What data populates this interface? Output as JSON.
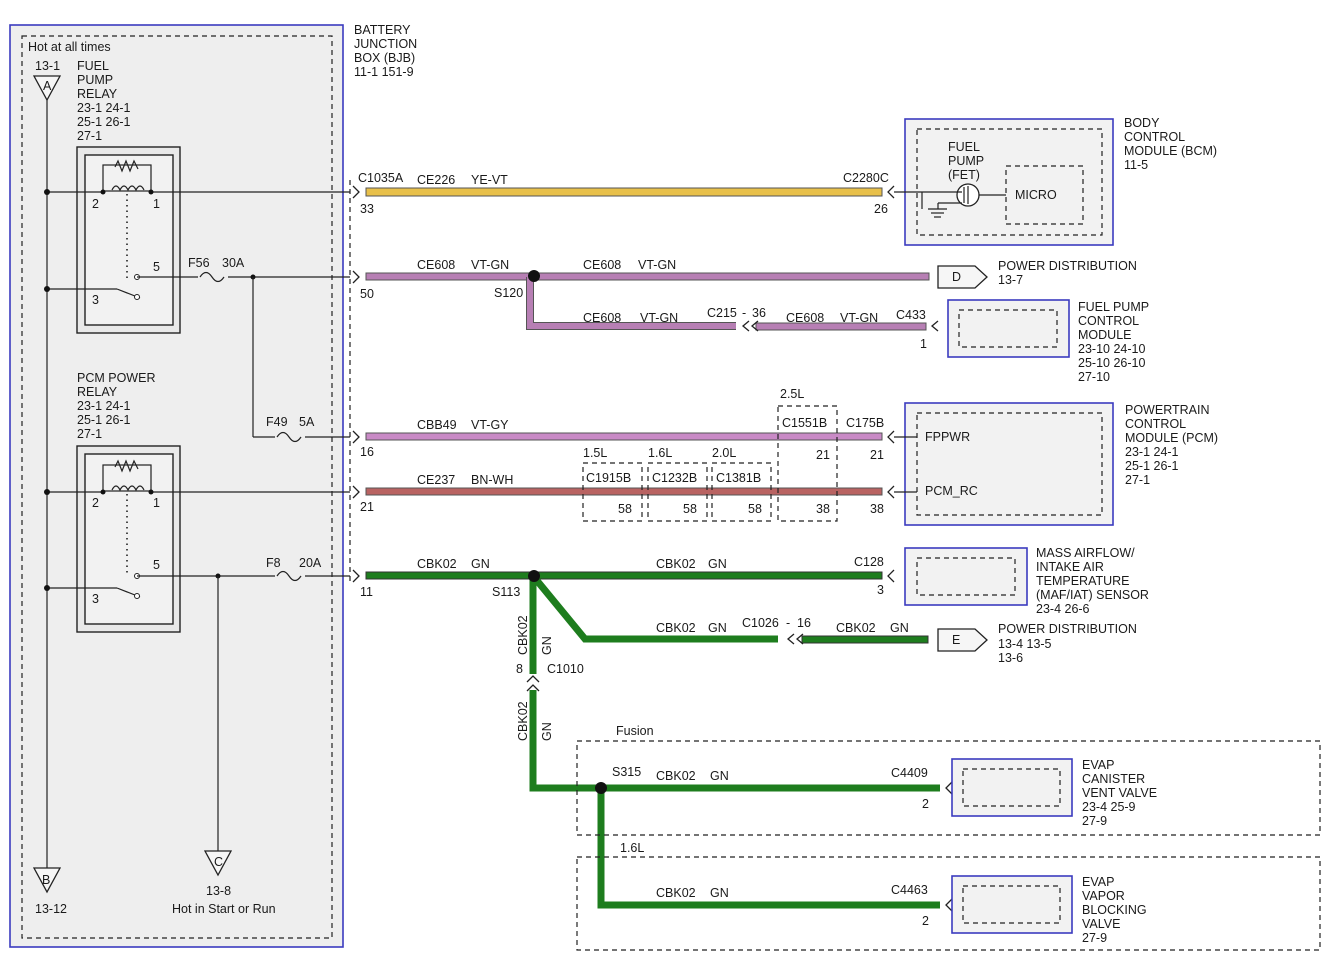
{
  "colors": {
    "ye_vt": "#e8c04a",
    "vt_gn": "#b77fb4",
    "vt_gy": "#c98ac6",
    "bn_wh": "#b96362",
    "gn": "#1e7d1e",
    "module_border": "#3b3bbf"
  },
  "bjb": {
    "title_l1": "BATTERY",
    "title_l2": "JUNCTION",
    "title_l3": "BOX (BJB)",
    "refs": "11-1     151-9",
    "hot_at_all_times": "Hot at all times",
    "node_a_ref": "13-1",
    "node_a": "A",
    "node_b": "B",
    "node_b_ref": "13-12",
    "node_c": "C",
    "node_c_ref": "13-8",
    "node_c_label": "Hot in Start or Run"
  },
  "fuel_pump_relay": {
    "l1": "FUEL",
    "l2": "PUMP",
    "l3": "RELAY",
    "r1": "23-1     24-1",
    "r2": "25-1     26-1",
    "r3": "27-1",
    "pin2": "2",
    "pin1": "1",
    "pin5": "5",
    "pin3": "3"
  },
  "pcm_power_relay": {
    "l1": "PCM POWER",
    "l2": "RELAY",
    "r1": "23-1     24-1",
    "r2": "25-1     26-1",
    "r3": "27-1",
    "pin2": "2",
    "pin1": "1",
    "pin5": "5",
    "pin3": "3"
  },
  "fuses": {
    "f56": "F56",
    "f56_rating": "30A",
    "f49": "F49",
    "f49_rating": "5A",
    "f8": "F8",
    "f8_rating": "20A"
  },
  "circuits": {
    "c1035a": "C1035A",
    "ce226": "CE226",
    "ye_vt": "YE-VT",
    "c2280c": "C2280C",
    "pin33": "33",
    "pin26": "26",
    "ce608": "CE608",
    "vt_gn": "VT-GN",
    "pin50": "50",
    "s120": "S120",
    "c215": "C215",
    "c215_pin": "36",
    "c433": "C433",
    "pin1_fpcm": "1",
    "cbb49": "CBB49",
    "vt_gy": "VT-GY",
    "pin16": "16",
    "ce237": "CE237",
    "bn_wh": "BN-WH",
    "pin21": "21",
    "eng_25": "2.5L",
    "eng_15": "1.5L",
    "eng_16": "1.6L",
    "eng_20": "2.0L",
    "c1551b": "C1551B",
    "c175b": "C175B",
    "c1915b": "C1915B",
    "c1232b": "C1232B",
    "c1381b": "C1381B",
    "pin21_a": "21",
    "pin21_b": "21",
    "pin58_a": "58",
    "pin58_b": "58",
    "pin58_c": "58",
    "pin38_a": "38",
    "pin38_b": "38",
    "cbk02": "CBK02",
    "gn": "GN",
    "pin11": "11",
    "s113": "S113",
    "c128": "C128",
    "pin3_maf": "3",
    "c1026": "C1026",
    "c1026_pin": "16",
    "c1010": "C1010",
    "pin8": "8",
    "fusion": "Fusion",
    "s315": "S315",
    "c4409": "C4409",
    "pin2_evap1": "2",
    "eng_16b": "1.6L",
    "c4463": "C4463",
    "pin2_evap2": "2"
  },
  "bcm": {
    "l1": "BODY",
    "l2": "CONTROL",
    "l3": "MODULE (BCM)",
    "ref": "11-5",
    "fet1": "FUEL",
    "fet2": "PUMP",
    "fet3": "(FET)",
    "micro": "MICRO"
  },
  "power_dist_d": {
    "letter": "D",
    "label": "POWER DISTRIBUTION",
    "ref": "13-7"
  },
  "fpcm": {
    "l1": "FUEL PUMP",
    "l2": "CONTROL",
    "l3": "MODULE",
    "r1": "23-10  24-10",
    "r2": "25-10  26-10",
    "r3": "27-10"
  },
  "pcm": {
    "l1": "POWERTRAIN",
    "l2": "CONTROL",
    "l3": "MODULE (PCM)",
    "r1": "23-1     24-1",
    "r2": "25-1     26-1",
    "r3": "27-1",
    "fppwr": "FPPWR",
    "pcm_rc": "PCM_RC"
  },
  "maf": {
    "l1": "MASS AIRFLOW/",
    "l2": "INTAKE AIR",
    "l3": "TEMPERATURE",
    "l4": "(MAF/IAT) SENSOR",
    "ref": "23-4     26-6"
  },
  "power_dist_e": {
    "letter": "E",
    "label": "POWER DISTRIBUTION",
    "ref1": "13-4     13-5",
    "ref2": "13-6"
  },
  "evap_vent": {
    "l1": "EVAP",
    "l2": "CANISTER",
    "l3": "VENT VALVE",
    "r1": "23-4     25-9",
    "r2": "27-9"
  },
  "evap_block": {
    "l1": "EVAP",
    "l2": "VAPOR",
    "l3": "BLOCKING",
    "l4": "VALVE",
    "r1": "27-9"
  }
}
